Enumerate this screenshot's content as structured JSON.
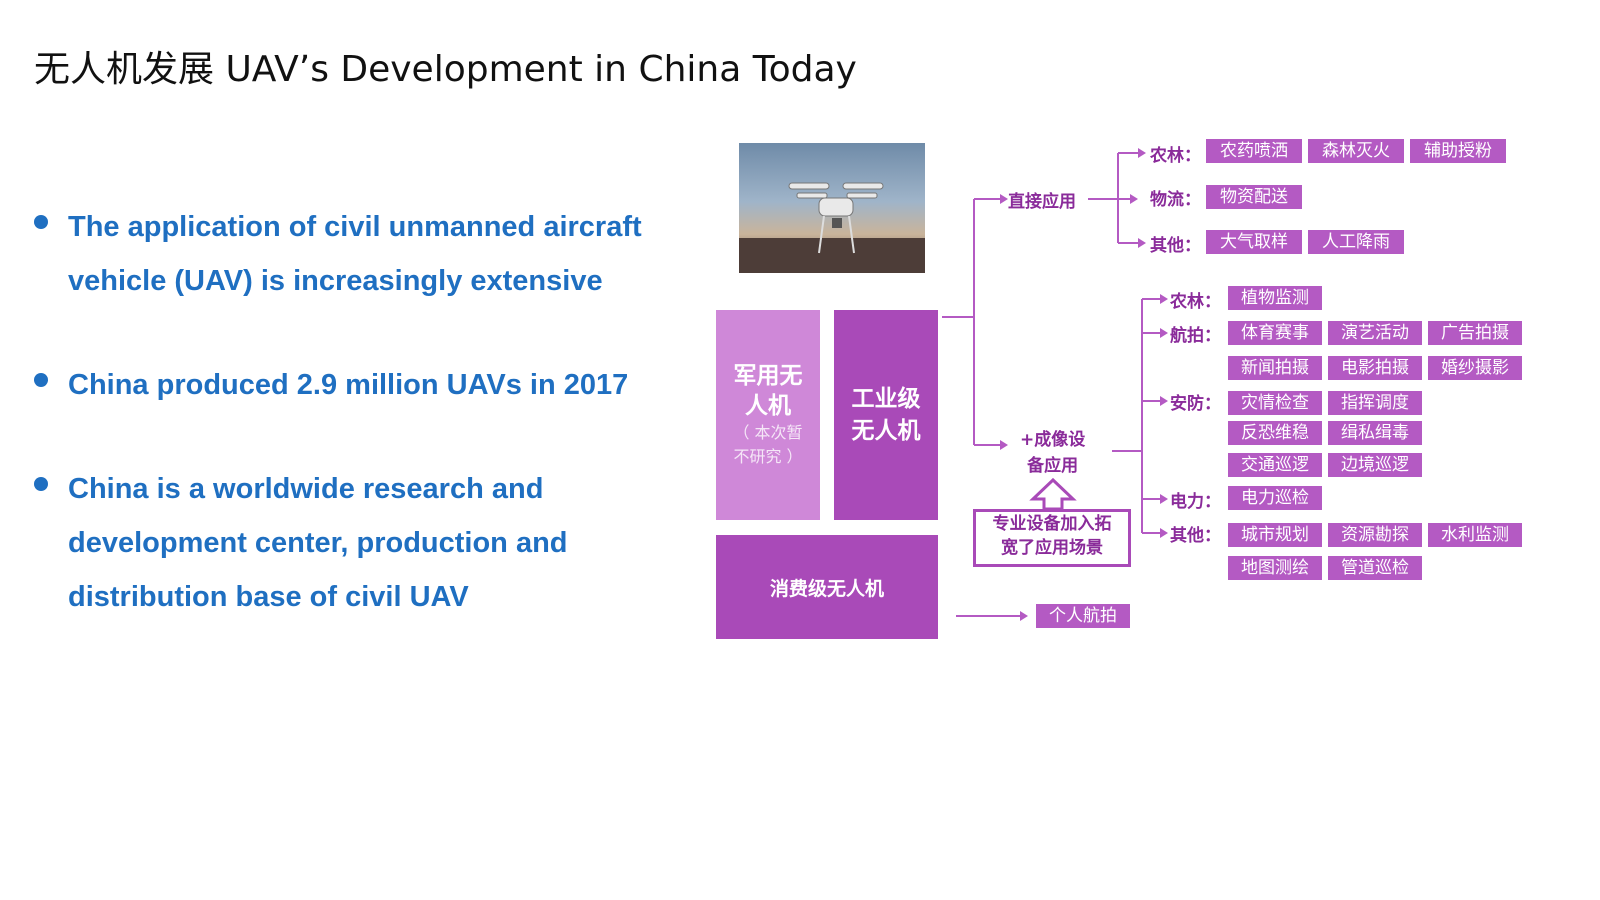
{
  "title": "无人机发展  UAV’s Development in China Today",
  "bullets": [
    "The application of civil unmanned aircraft vehicle (UAV) is increasingly extensive",
    "China produced 2.9 million UAVs in 2017",
    "China is a worldwide research and development center, production and distribution base of civil UAV"
  ],
  "diagram": {
    "military": {
      "line1": "军用无",
      "line2": "人机",
      "note1": "（ 本次暂",
      "note2": "不研究 ）"
    },
    "industrial": {
      "line1": "工业级",
      "line2": "无人机"
    },
    "consumer": "消费级无人机",
    "direct": "直接应用",
    "imaging": {
      "line1": "+成像设",
      "line2": "备应用"
    },
    "note": {
      "line1": "专业设备加入拓",
      "line2": "宽了应用场景"
    },
    "direct_groups": [
      {
        "label": "农林：",
        "tags": [
          "农药喷洒",
          "森林灭火",
          "辅助授粉"
        ]
      },
      {
        "label": "物流：",
        "tags": [
          "物资配送"
        ]
      },
      {
        "label": "其他：",
        "tags": [
          "大气取样",
          "人工降雨"
        ]
      }
    ],
    "imaging_groups": [
      {
        "label": "农林：",
        "tags": [
          "植物监测"
        ]
      },
      {
        "label": "航拍：",
        "tags": [
          "体育赛事",
          "演艺活动",
          "广告拍摄",
          "新闻拍摄",
          "电影拍摄",
          "婚纱摄影"
        ]
      },
      {
        "label": "安防：",
        "tags": [
          "灾情检查",
          "指挥调度",
          "反恐维稳",
          "缉私缉毒",
          "交通巡逻",
          "边境巡逻"
        ]
      },
      {
        "label": "电力：",
        "tags": [
          "电力巡检"
        ]
      },
      {
        "label": "其他：",
        "tags": [
          "城市规划",
          "资源勘探",
          "水利监测",
          "地图测绘",
          "管道巡检"
        ]
      }
    ],
    "personal": "个人航拍",
    "colors": {
      "light": "#cf88d8",
      "main": "#a94ab8",
      "tag": "#b45ac3",
      "text": "#8a2b9a"
    }
  }
}
